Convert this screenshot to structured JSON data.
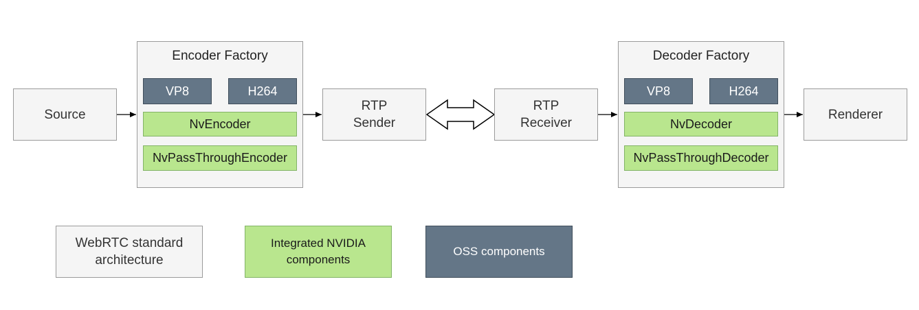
{
  "diagram": {
    "source": "Source",
    "encoder_factory": {
      "title": "Encoder Factory",
      "codecs": [
        "VP8",
        "H264"
      ],
      "nv_encoder": "NvEncoder",
      "nv_passthrough_encoder": "NvPassThroughEncoder"
    },
    "rtp_sender": "RTP\nSender",
    "rtp_receiver": "RTP\nReceiver",
    "decoder_factory": {
      "title": "Decoder Factory",
      "codecs": [
        "VP8",
        "H264"
      ],
      "nv_decoder": "NvDecoder",
      "nv_passthrough_decoder": "NvPassThroughDecoder"
    },
    "renderer": "Renderer"
  },
  "legend": {
    "standard": "WebRTC standard\narchitecture",
    "nvidia": "Integrated NVIDIA\ncomponents",
    "oss": "OSS components"
  },
  "colors": {
    "standard_fill": "#f5f5f5",
    "standard_stroke": "#9a9a9a",
    "nvidia_fill": "#b9e68e",
    "nvidia_stroke": "#82b366",
    "oss_fill": "#647687",
    "oss_stroke": "#3f4d5a"
  }
}
